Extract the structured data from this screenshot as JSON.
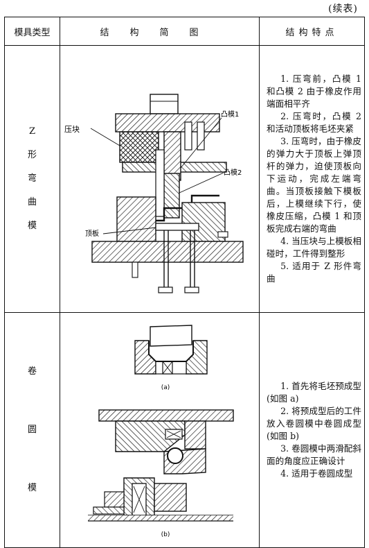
{
  "continued_label": "(续表)",
  "header": {
    "mold_type": "模具类型",
    "sketch": "结构简图",
    "features": "结构特点"
  },
  "rows": [
    {
      "type_chars": [
        "Z",
        "形",
        "弯",
        "曲",
        "模"
      ],
      "sketch_labels": {
        "pressure_block": "压块",
        "punch1": "凸模1",
        "punch2": "凸模2",
        "ejector_plate": "顶板"
      },
      "features": [
        "1. 压弯前，凸模 1 和凸模 2 由于橡皮作用端面相平齐",
        "2. 压弯时，凸模 2 和活动顶板将毛坯夹紧",
        "3. 压弯时，由于橡皮的弹力大于顶板上弹顶杆的弹力，迫使顶板向下运动，完成左端弯曲。当顶板接触下模板后，上模继续下行，使橡皮压缩，凸模 1 和顶板完成右端的弯曲",
        "4. 当压块与上模板相碰时，工件得到整形",
        "5. 适用于 Z 形件弯曲"
      ]
    },
    {
      "type_chars": [
        "卷",
        "圆",
        "模"
      ],
      "sketch_labels": {
        "fig_a": "(a)",
        "fig_b": "(b)"
      },
      "features": [
        "1. 首先将毛坯预成型(如图 a)",
        "2. 将预成型后的工件放入卷圆模中卷圆成型(如图 b)",
        "3. 卷圆模中两滑配斜面的角度应正确设计",
        "4. 适用于卷圆成型"
      ]
    }
  ]
}
